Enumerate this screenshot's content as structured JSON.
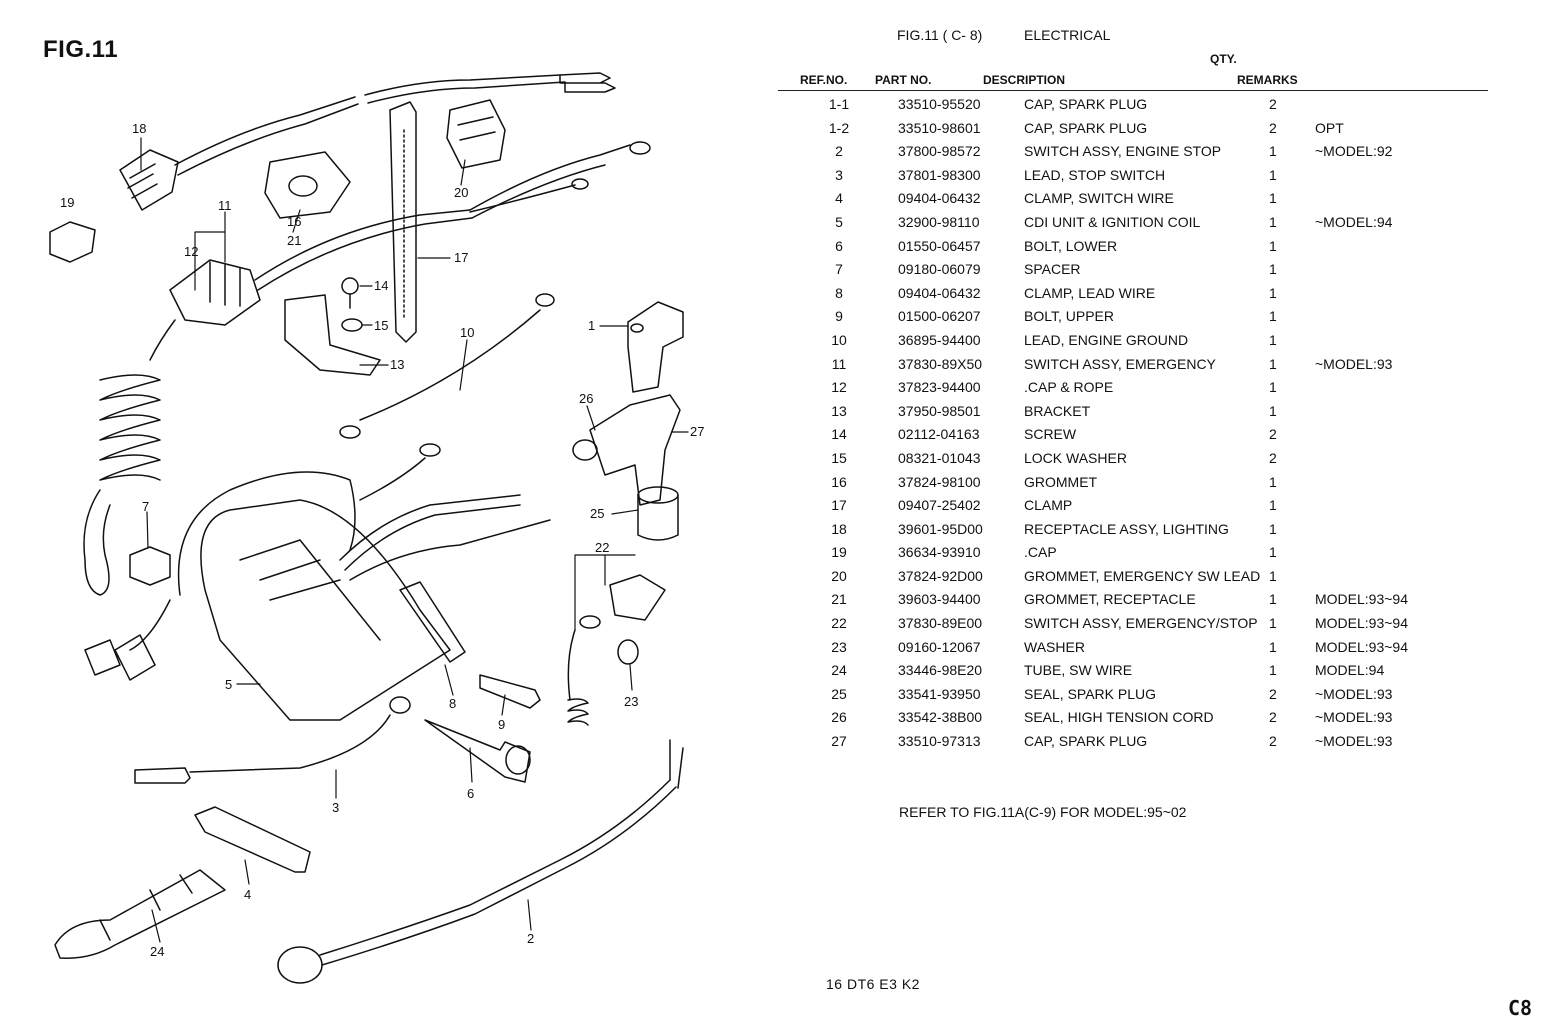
{
  "figure": {
    "title": "FIG.11"
  },
  "header": {
    "fig_ref": "FIG.11 ( C- 8)",
    "section": "ELECTRICAL",
    "qty_label": "QTY."
  },
  "columns": {
    "ref": "REF.NO.",
    "part": "PART NO.",
    "desc": "DESCRIPTION",
    "remarks": "REMARKS"
  },
  "parts": [
    {
      "ref": "1-1",
      "part": "33510-95520",
      "desc": "CAP, SPARK PLUG",
      "qty": "2",
      "remarks": ""
    },
    {
      "ref": "1-2",
      "part": "33510-98601",
      "desc": "CAP, SPARK PLUG",
      "qty": "2",
      "remarks": "OPT"
    },
    {
      "ref": "2",
      "part": "37800-98572",
      "desc": "SWITCH ASSY, ENGINE STOP",
      "qty": "1",
      "remarks": "~MODEL:92"
    },
    {
      "ref": "3",
      "part": "37801-98300",
      "desc": "LEAD, STOP SWITCH",
      "qty": "1",
      "remarks": ""
    },
    {
      "ref": "4",
      "part": "09404-06432",
      "desc": "CLAMP, SWITCH WIRE",
      "qty": "1",
      "remarks": ""
    },
    {
      "ref": "5",
      "part": "32900-98110",
      "desc": "CDI UNIT & IGNITION COIL",
      "qty": "1",
      "remarks": "~MODEL:94"
    },
    {
      "ref": "6",
      "part": "01550-06457",
      "desc": "BOLT, LOWER",
      "qty": "1",
      "remarks": ""
    },
    {
      "ref": "7",
      "part": "09180-06079",
      "desc": "SPACER",
      "qty": "1",
      "remarks": ""
    },
    {
      "ref": "8",
      "part": "09404-06432",
      "desc": "CLAMP, LEAD WIRE",
      "qty": "1",
      "remarks": ""
    },
    {
      "ref": "9",
      "part": "01500-06207",
      "desc": "BOLT, UPPER",
      "qty": "1",
      "remarks": ""
    },
    {
      "ref": "10",
      "part": "36895-94400",
      "desc": "LEAD, ENGINE GROUND",
      "qty": "1",
      "remarks": ""
    },
    {
      "ref": "11",
      "part": "37830-89X50",
      "desc": "SWITCH ASSY, EMERGENCY",
      "qty": "1",
      "remarks": "~MODEL:93"
    },
    {
      "ref": "12",
      "part": "37823-94400",
      "desc": ".CAP & ROPE",
      "qty": "1",
      "remarks": ""
    },
    {
      "ref": "13",
      "part": "37950-98501",
      "desc": "BRACKET",
      "qty": "1",
      "remarks": ""
    },
    {
      "ref": "14",
      "part": "02112-04163",
      "desc": "SCREW",
      "qty": "2",
      "remarks": ""
    },
    {
      "ref": "15",
      "part": "08321-01043",
      "desc": "LOCK WASHER",
      "qty": "2",
      "remarks": ""
    },
    {
      "ref": "16",
      "part": "37824-98100",
      "desc": "GROMMET",
      "qty": "1",
      "remarks": ""
    },
    {
      "ref": "17",
      "part": "09407-25402",
      "desc": "CLAMP",
      "qty": "1",
      "remarks": ""
    },
    {
      "ref": "18",
      "part": "39601-95D00",
      "desc": "RECEPTACLE ASSY, LIGHTING",
      "qty": "1",
      "remarks": ""
    },
    {
      "ref": "19",
      "part": "36634-93910",
      "desc": ".CAP",
      "qty": "1",
      "remarks": ""
    },
    {
      "ref": "20",
      "part": "37824-92D00",
      "desc": "GROMMET, EMERGENCY SW LEAD",
      "qty": "1",
      "remarks": ""
    },
    {
      "ref": "21",
      "part": "39603-94400",
      "desc": "GROMMET, RECEPTACLE",
      "qty": "1",
      "remarks": "MODEL:93~94"
    },
    {
      "ref": "22",
      "part": "37830-89E00",
      "desc": "SWITCH ASSY, EMERGENCY/STOP",
      "qty": "1",
      "remarks": "MODEL:93~94"
    },
    {
      "ref": "23",
      "part": "09160-12067",
      "desc": "WASHER",
      "qty": "1",
      "remarks": "MODEL:93~94"
    },
    {
      "ref": "24",
      "part": "33446-98E20",
      "desc": "TUBE, SW WIRE",
      "qty": "1",
      "remarks": "MODEL:94"
    },
    {
      "ref": "25",
      "part": "33541-93950",
      "desc": "SEAL, SPARK PLUG",
      "qty": "2",
      "remarks": "~MODEL:93"
    },
    {
      "ref": "26",
      "part": "33542-38B00",
      "desc": "SEAL, HIGH TENSION CORD",
      "qty": "2",
      "remarks": "~MODEL:93"
    },
    {
      "ref": "27",
      "part": "33510-97313",
      "desc": "CAP, SPARK PLUG",
      "qty": "2",
      "remarks": "~MODEL:93"
    }
  ],
  "note": "REFER TO FIG.11A(C-9) FOR MODEL:95~02",
  "footer": "16  DT6 E3 K2",
  "page_code": "C8",
  "callouts": {
    "c1": "1",
    "c2": "2",
    "c3": "3",
    "c4": "4",
    "c5": "5",
    "c6": "6",
    "c7": "7",
    "c8": "8",
    "c9": "9",
    "c10": "10",
    "c11": "11",
    "c12": "12",
    "c13": "13",
    "c14": "14",
    "c15": "15",
    "c16": "16",
    "c17": "17",
    "c18": "18",
    "c19": "19",
    "c20": "20",
    "c21": "21",
    "c22": "22",
    "c23": "23",
    "c24": "24",
    "c25": "25",
    "c26": "26",
    "c27": "27"
  }
}
